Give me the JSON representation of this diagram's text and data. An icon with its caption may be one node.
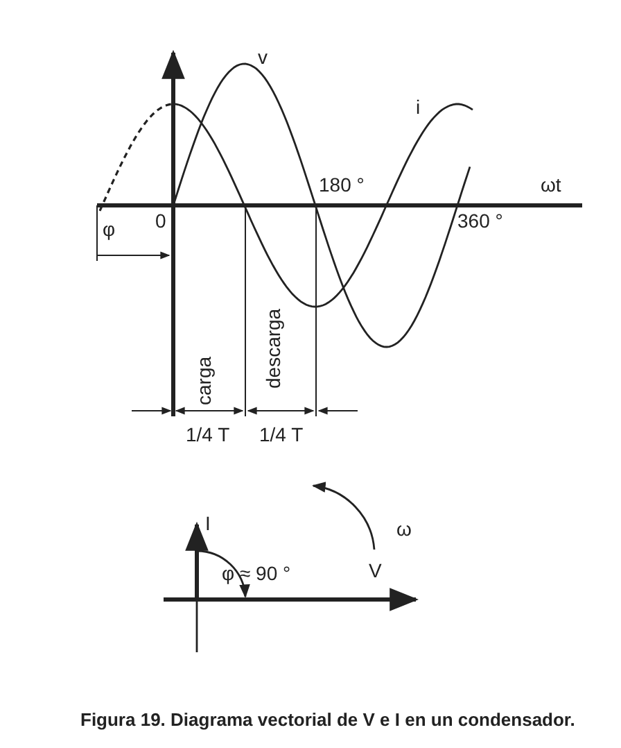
{
  "diagram": {
    "caption": "Figura 19. Diagrama vectorial de V e I en un condensador.",
    "labels": [
      "v",
      "i",
      "ωt",
      "0",
      "180 °",
      "360 °",
      "φ",
      "carga",
      "descarga",
      "1/4 T",
      "1/4 T",
      "I",
      "φ ≈ 90 °",
      "V",
      "ω"
    ]
  }
}
